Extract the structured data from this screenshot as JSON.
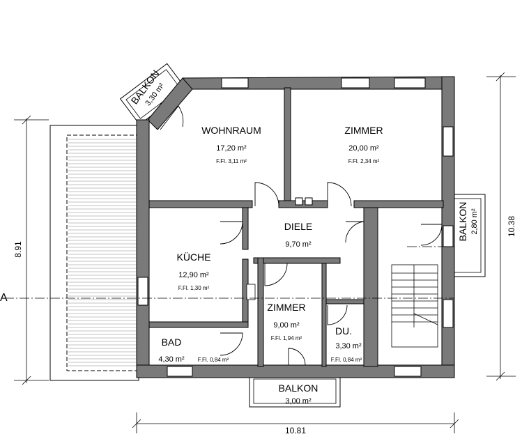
{
  "rooms": {
    "wohnraum": {
      "name": "WOHNRAUM",
      "area": "17,20 m²",
      "ffl": "F.Fl. 3,11 m²"
    },
    "zimmer_top": {
      "name": "ZIMMER",
      "area": "20,00 m²",
      "ffl": "F.Fl. 2,34 m²"
    },
    "diele": {
      "name": "DIELE",
      "area": "9,70 m²"
    },
    "kueche": {
      "name": "KÜCHE",
      "area": "12,90 m²",
      "ffl": "F.Fl. 1,30 m²"
    },
    "zimmer_mid": {
      "name": "ZIMMER",
      "area": "9,00 m²",
      "ffl": "F.Fl. 1,94 m²"
    },
    "bad": {
      "name": "BAD",
      "area": "4,30 m²",
      "ffl": "F.Fl. 0,84 m²"
    },
    "du": {
      "name": "DU.",
      "area": "3,30 m²",
      "ffl": "F.Fl. 0,84 m²"
    }
  },
  "balconies": {
    "top_left": {
      "name": "BALKON",
      "area": "3,30 m²"
    },
    "right": {
      "name": "BALKON",
      "area": "2,80 m²"
    },
    "bottom": {
      "name": "BALKON",
      "area": "3,00 m²"
    }
  },
  "dimensions": {
    "width": "10.81",
    "height_right": "10.38",
    "height_left": "8.91"
  },
  "section_marker": "A"
}
